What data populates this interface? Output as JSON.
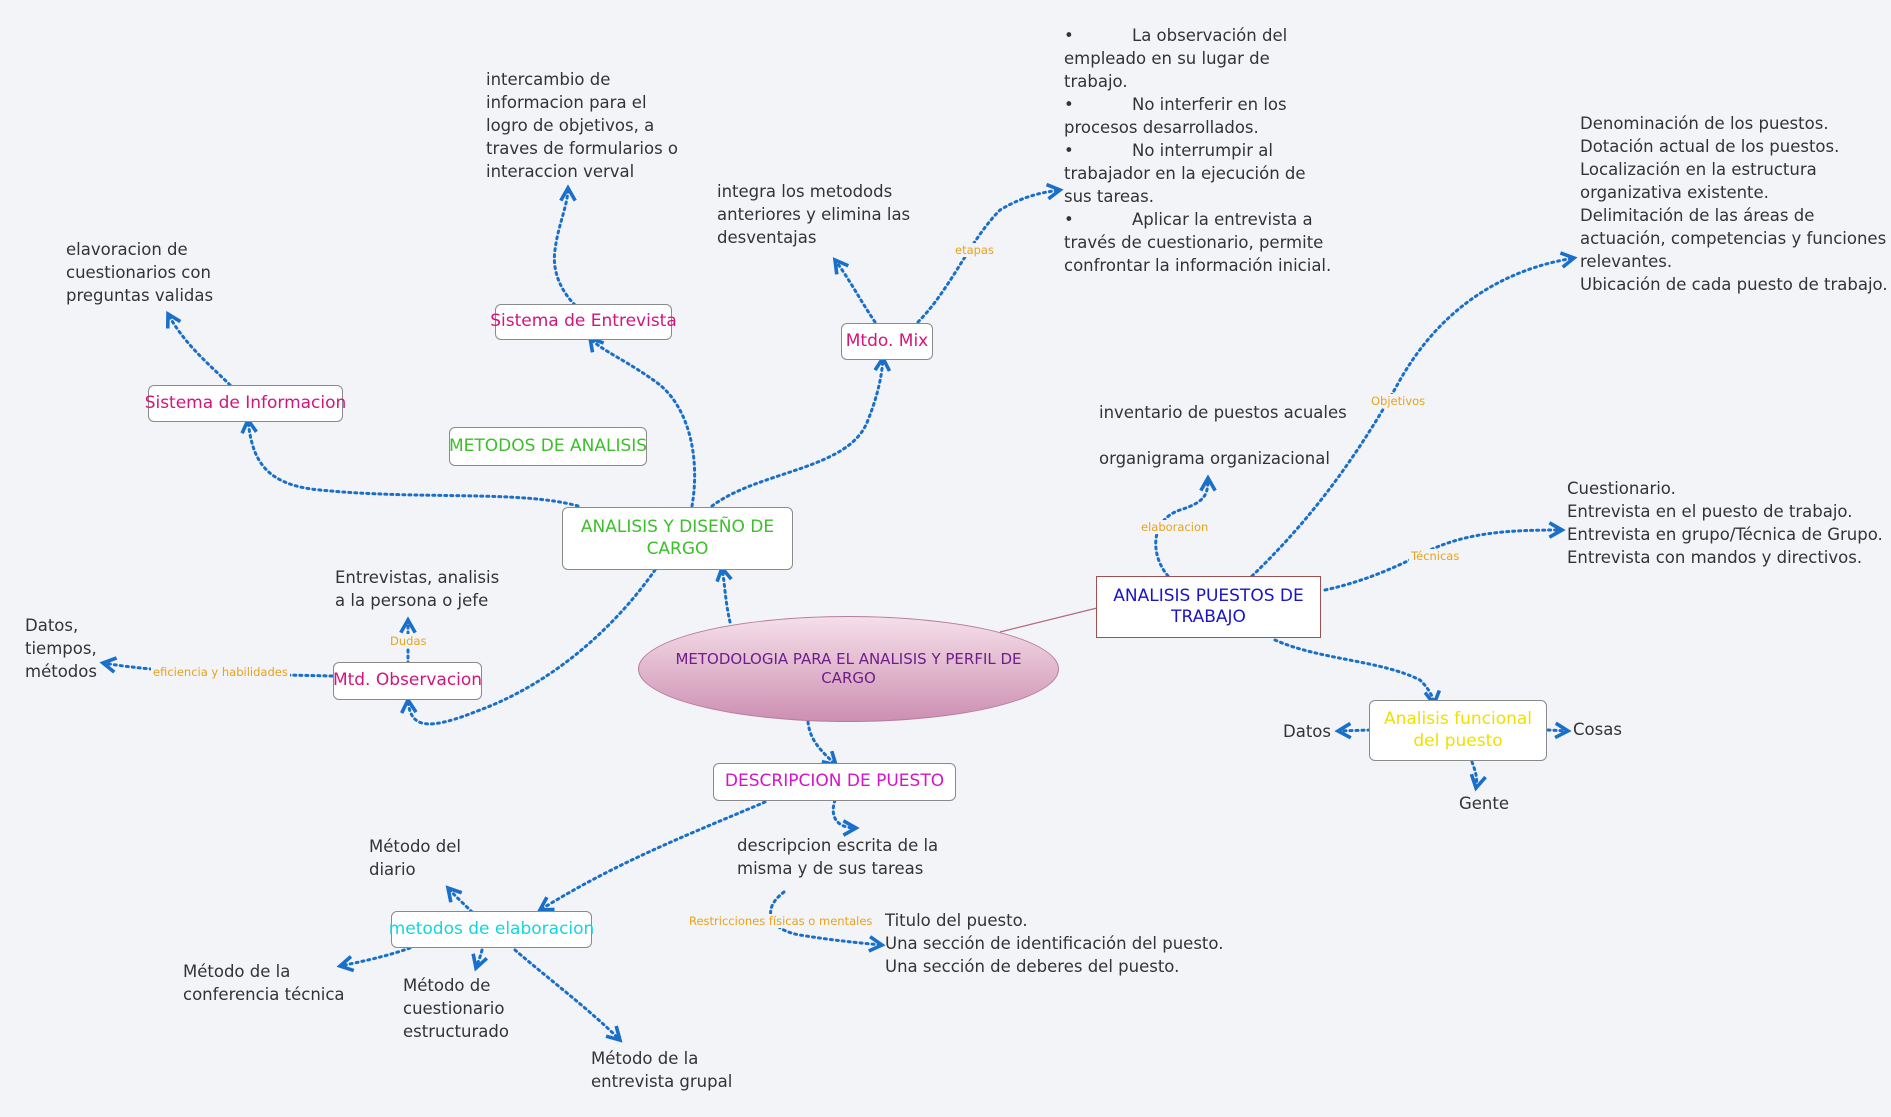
{
  "center": {
    "label": "METODOLOGIA PARA EL ANALISIS Y PERFIL DE CARGO"
  },
  "nodes": {
    "analisis_diseno": "ANALISIS Y DISEÑO DE CARGO",
    "metodos_analisis": "METODOS DE ANALISIS",
    "sistema_informacion": "Sistema de Informacion",
    "sistema_entrevista": "Sistema de Entrevista",
    "mtdo_mix": "Mtdo. Mix",
    "mtd_observacion": "Mtd. Observacion",
    "analisis_puestos": "ANALISIS PUESTOS DE TRABAJO",
    "analisis_funcional": "Analisis funcional del puesto",
    "descripcion_puesto": "DESCRIPCION DE PUESTO",
    "metodos_elaboracion": "metodos de elaboracion"
  },
  "colors": {
    "analisis_diseno": "#3cbf2a",
    "metodos_analisis": "#3cbf2a",
    "sistema": "#d4147a",
    "analisis_puestos": "#1a14c9",
    "analisis_funcional": "#f0e000",
    "descripcion_puesto": "#d414c9",
    "metodos_elaboracion": "#14d4e0",
    "edge": "#1a6fc9",
    "edge_label": "#e8a21b"
  },
  "texts": {
    "elavoracion": [
      "elavoracion de",
      "cuestionarios con",
      "preguntas validas"
    ],
    "intercambio": [
      "intercambio de",
      "informacion para el",
      "logro de objetivos, a",
      "traves de formularios o",
      "interaccion verval"
    ],
    "integra": [
      "integra los metodods",
      "anteriores y elimina las",
      "desventajas"
    ],
    "observacion_list": [
      {
        "bullet": "•",
        "lines": [
          "La observación del",
          "empleado en su lugar de",
          "trabajo."
        ]
      },
      {
        "bullet": "•",
        "lines": [
          "No interferir en los",
          "procesos desarrollados."
        ]
      },
      {
        "bullet": "•",
        "lines": [
          "No interrumpir al",
          "trabajador en la ejecución de",
          "sus tareas."
        ]
      },
      {
        "bullet": "•",
        "lines": [
          "Aplicar la entrevista a",
          "través de cuestionario, permite",
          "confrontar la información inicial."
        ]
      }
    ],
    "objetivos_list": [
      "Denominación de los puestos.",
      "Dotación actual de los puestos.",
      "Localización en la estructura",
      "organizativa existente.",
      "Delimitación de las áreas de",
      "actuación, competencias y funciones",
      "relevantes.",
      "Ubicación de cada puesto de trabajo."
    ],
    "inventario": [
      "inventario de puestos acuales",
      "",
      "organigrama organizacional"
    ],
    "tecnicas_list": [
      "Cuestionario.",
      "Entrevista en el puesto de trabajo.",
      "Entrevista en grupo/Técnica de Grupo.",
      "Entrevista con mandos y directivos."
    ],
    "entrevistas": [
      "Entrevistas, analisis",
      "a la persona o jefe"
    ],
    "datos_obs": [
      "Datos,",
      "tiempos,",
      "métodos"
    ],
    "datos": "Datos",
    "cosas": "Cosas",
    "gente": "Gente",
    "descripcion_escrita": [
      "descripcion escrita de la",
      "misma y de sus tareas"
    ],
    "titulo_list": [
      "Titulo del puesto.",
      "Una sección de identificación del puesto.",
      "Una sección de deberes del puesto."
    ],
    "metodo_diario": [
      "Método del",
      "diario"
    ],
    "metodo_conferencia": [
      "Método de la",
      "conferencia técnica"
    ],
    "metodo_cuestionario": [
      "Método de",
      "cuestionario",
      "estructurado"
    ],
    "metodo_grupal": [
      "Método de la",
      "entrevista grupal"
    ]
  },
  "edge_labels": {
    "etapas": "etapas",
    "objetivos": "Objetivos",
    "elaboracion": "elaboracion",
    "tecnicas": "Técnicas",
    "dudas": "Dudas",
    "eficiencia": "eficiencia y habilidades",
    "restricciones": "Restricciones físicas o mentales"
  }
}
